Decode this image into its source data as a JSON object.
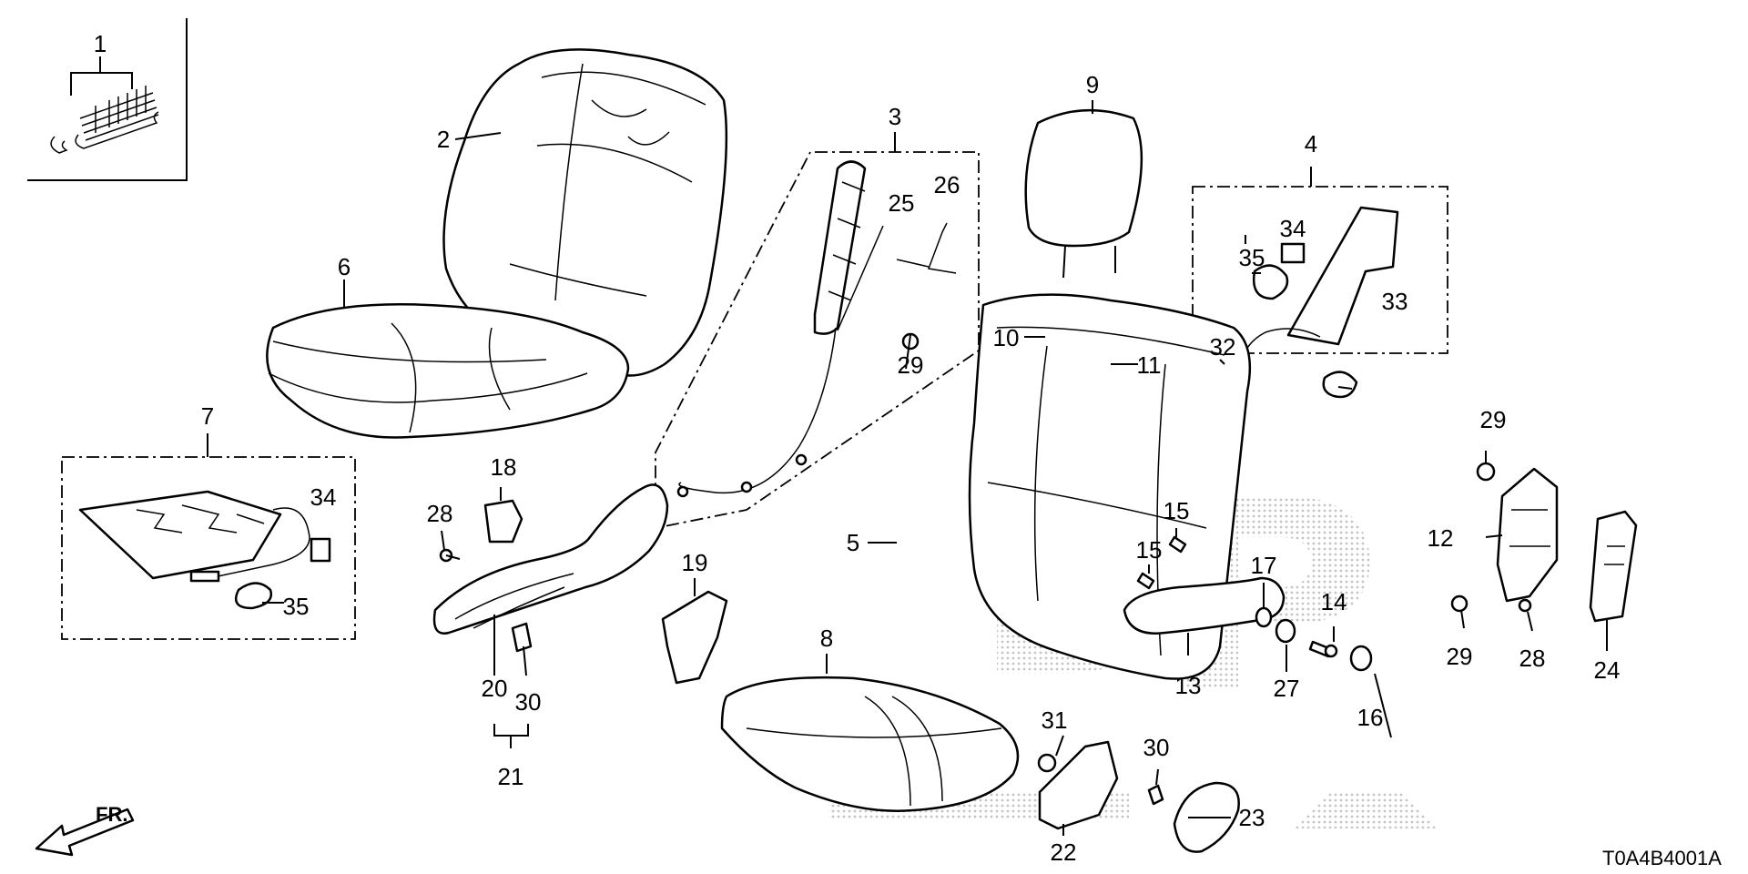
{
  "diagram_code": "T0A4B4001A",
  "direction_label": "FR.",
  "watermark": "HONDA",
  "callouts": [
    {
      "id": "c1",
      "label": "1"
    },
    {
      "id": "c2",
      "label": "2"
    },
    {
      "id": "c3",
      "label": "3"
    },
    {
      "id": "c4",
      "label": "4"
    },
    {
      "id": "c5",
      "label": "5"
    },
    {
      "id": "c6",
      "label": "6"
    },
    {
      "id": "c7",
      "label": "7"
    },
    {
      "id": "c8",
      "label": "8"
    },
    {
      "id": "c9",
      "label": "9"
    },
    {
      "id": "c10",
      "label": "10"
    },
    {
      "id": "c11",
      "label": "11"
    },
    {
      "id": "c12",
      "label": "12"
    },
    {
      "id": "c13",
      "label": "13"
    },
    {
      "id": "c14",
      "label": "14"
    },
    {
      "id": "c15a",
      "label": "15"
    },
    {
      "id": "c15b",
      "label": "15"
    },
    {
      "id": "c16",
      "label": "16"
    },
    {
      "id": "c17",
      "label": "17"
    },
    {
      "id": "c18",
      "label": "18"
    },
    {
      "id": "c19",
      "label": "19"
    },
    {
      "id": "c20",
      "label": "20"
    },
    {
      "id": "c21",
      "label": "21"
    },
    {
      "id": "c22",
      "label": "22"
    },
    {
      "id": "c23",
      "label": "23"
    },
    {
      "id": "c24",
      "label": "24"
    },
    {
      "id": "c25",
      "label": "25"
    },
    {
      "id": "c26",
      "label": "26"
    },
    {
      "id": "c27",
      "label": "27"
    },
    {
      "id": "c28a",
      "label": "28"
    },
    {
      "id": "c28b",
      "label": "28"
    },
    {
      "id": "c29a",
      "label": "29"
    },
    {
      "id": "c29b",
      "label": "29"
    },
    {
      "id": "c29c",
      "label": "29"
    },
    {
      "id": "c30a",
      "label": "30"
    },
    {
      "id": "c30b",
      "label": "30"
    },
    {
      "id": "c31",
      "label": "31"
    },
    {
      "id": "c32",
      "label": "32"
    },
    {
      "id": "c33",
      "label": "33"
    },
    {
      "id": "c34a",
      "label": "34"
    },
    {
      "id": "c34b",
      "label": "34"
    },
    {
      "id": "c35a",
      "label": "35"
    },
    {
      "id": "c35b",
      "label": "35"
    }
  ]
}
